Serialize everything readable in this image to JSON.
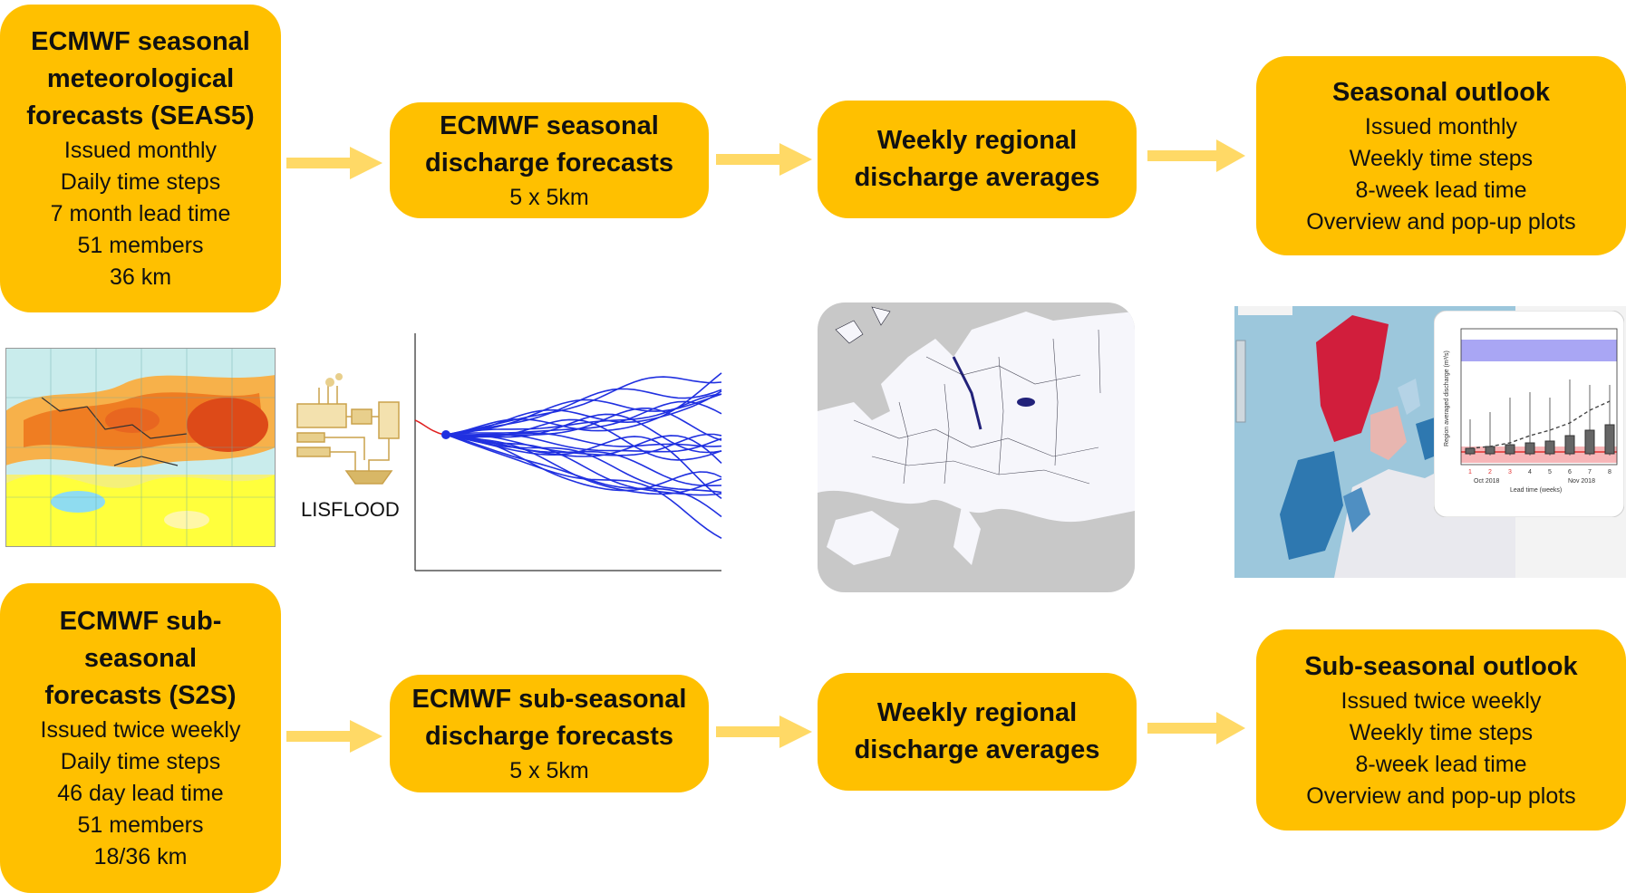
{
  "colors": {
    "box": "#ffc000",
    "arrow": "#ffd966"
  },
  "top": {
    "source": {
      "title_lines": [
        "ECMWF seasonal",
        "meteorological",
        "forecasts (SEAS5)"
      ],
      "lines": [
        "Issued monthly",
        "Daily time steps",
        "7 month lead time",
        "51 members",
        "36 km"
      ]
    },
    "discharge": {
      "title_lines": [
        "ECMWF seasonal",
        "discharge forecasts"
      ],
      "lines": [
        "5 x 5km"
      ]
    },
    "averages": {
      "title_lines": [
        "Weekly regional",
        "discharge averages"
      ],
      "lines": []
    },
    "outlook": {
      "title_lines": [
        "Seasonal outlook"
      ],
      "lines": [
        "Issued monthly",
        "Weekly time steps",
        "8-week lead time",
        "Overview and pop-up plots"
      ]
    }
  },
  "bottom": {
    "source": {
      "title_lines": [
        "ECMWF sub-",
        "seasonal",
        "forecasts (S2S)"
      ],
      "lines": [
        "Issued twice weekly",
        "Daily time steps",
        "46 day lead time",
        "51 members",
        "18/36 km"
      ]
    },
    "discharge": {
      "title_lines": [
        "ECMWF sub-seasonal",
        "discharge forecasts"
      ],
      "lines": [
        "5 x 5km"
      ]
    },
    "averages": {
      "title_lines": [
        "Weekly regional",
        "discharge averages"
      ],
      "lines": []
    },
    "outlook": {
      "title_lines": [
        "Sub-seasonal outlook"
      ],
      "lines": [
        "Issued twice weekly",
        "Weekly time steps",
        "8-week lead time",
        "Overview and  pop-up plots"
      ]
    }
  },
  "images": {
    "model_label": "LISFLOOD",
    "plot_x_labels": [
      "1",
      "2",
      "3",
      "4",
      "5",
      "6",
      "7",
      "8"
    ],
    "plot_month_labels": [
      "Oct 2018",
      "Nov 2018"
    ],
    "plot_xlabel": "Lead time (weeks)",
    "plot_ylabel": "Region averaged discharge (m³/s)"
  }
}
